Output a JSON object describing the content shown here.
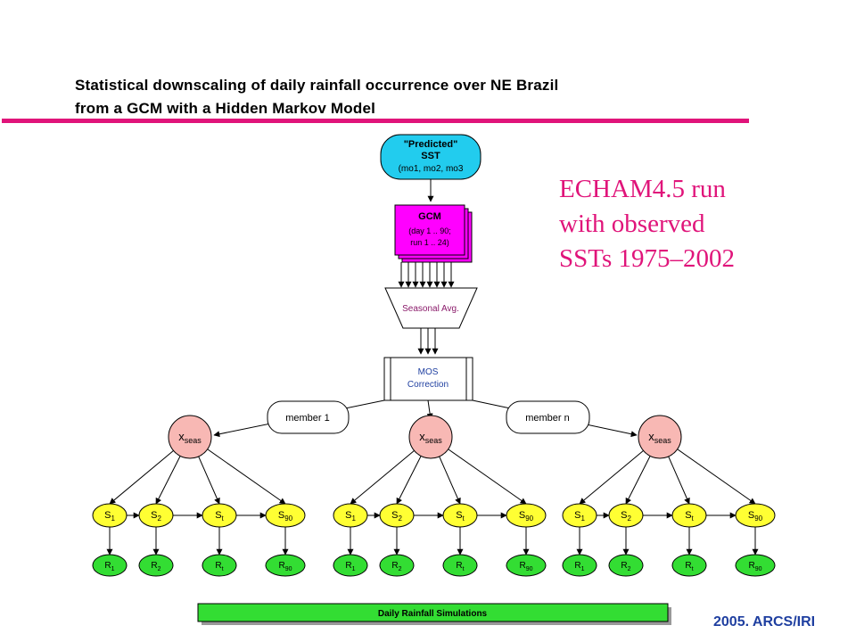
{
  "title": {
    "line1": "Statistical downscaling of daily rainfall occurrence over NE Brazil",
    "line2": "from a GCM with a Hidden Markov Model"
  },
  "annotation": {
    "line1": "ECHAM4.5 run",
    "line2": "with observed",
    "line3": "SSTs 1975–2002"
  },
  "footer": "2005. ARCS/IRI",
  "diagram": {
    "sst": {
      "line1": "\"Predicted\"",
      "line2": "SST",
      "line3": "(mo1, mo2, mo3"
    },
    "gcm": {
      "line1": "GCM",
      "line2": "(day 1 .. 90;",
      "line3": "run 1 .. 24)"
    },
    "seasonal_avg": "Seasonal Avg.",
    "mos": {
      "line1": "MOS",
      "line2": "Correction"
    },
    "member_first": "member 1",
    "member_last": "member n",
    "xseas": {
      "main": "x",
      "sub": "seas"
    },
    "states": [
      {
        "main": "S",
        "sub": "1"
      },
      {
        "main": "S",
        "sub": "2"
      },
      {
        "main": "S",
        "sub": "t"
      },
      {
        "main": "S",
        "sub": "90"
      }
    ],
    "rains": [
      {
        "main": "R",
        "sub": "1"
      },
      {
        "main": "R",
        "sub": "2"
      },
      {
        "main": "R",
        "sub": "t"
      },
      {
        "main": "R",
        "sub": "90"
      }
    ],
    "simulations_bar": "Daily Rainfall Simulations"
  },
  "colors": {
    "accent": "#e0147a",
    "sst_fill": "#22ccee",
    "gcm_fill": "#ff00ff",
    "xseas_fill": "#f8b8b4",
    "state_fill": "#ffff33",
    "rain_fill": "#33dd33",
    "footer": "#1f3fa0"
  }
}
